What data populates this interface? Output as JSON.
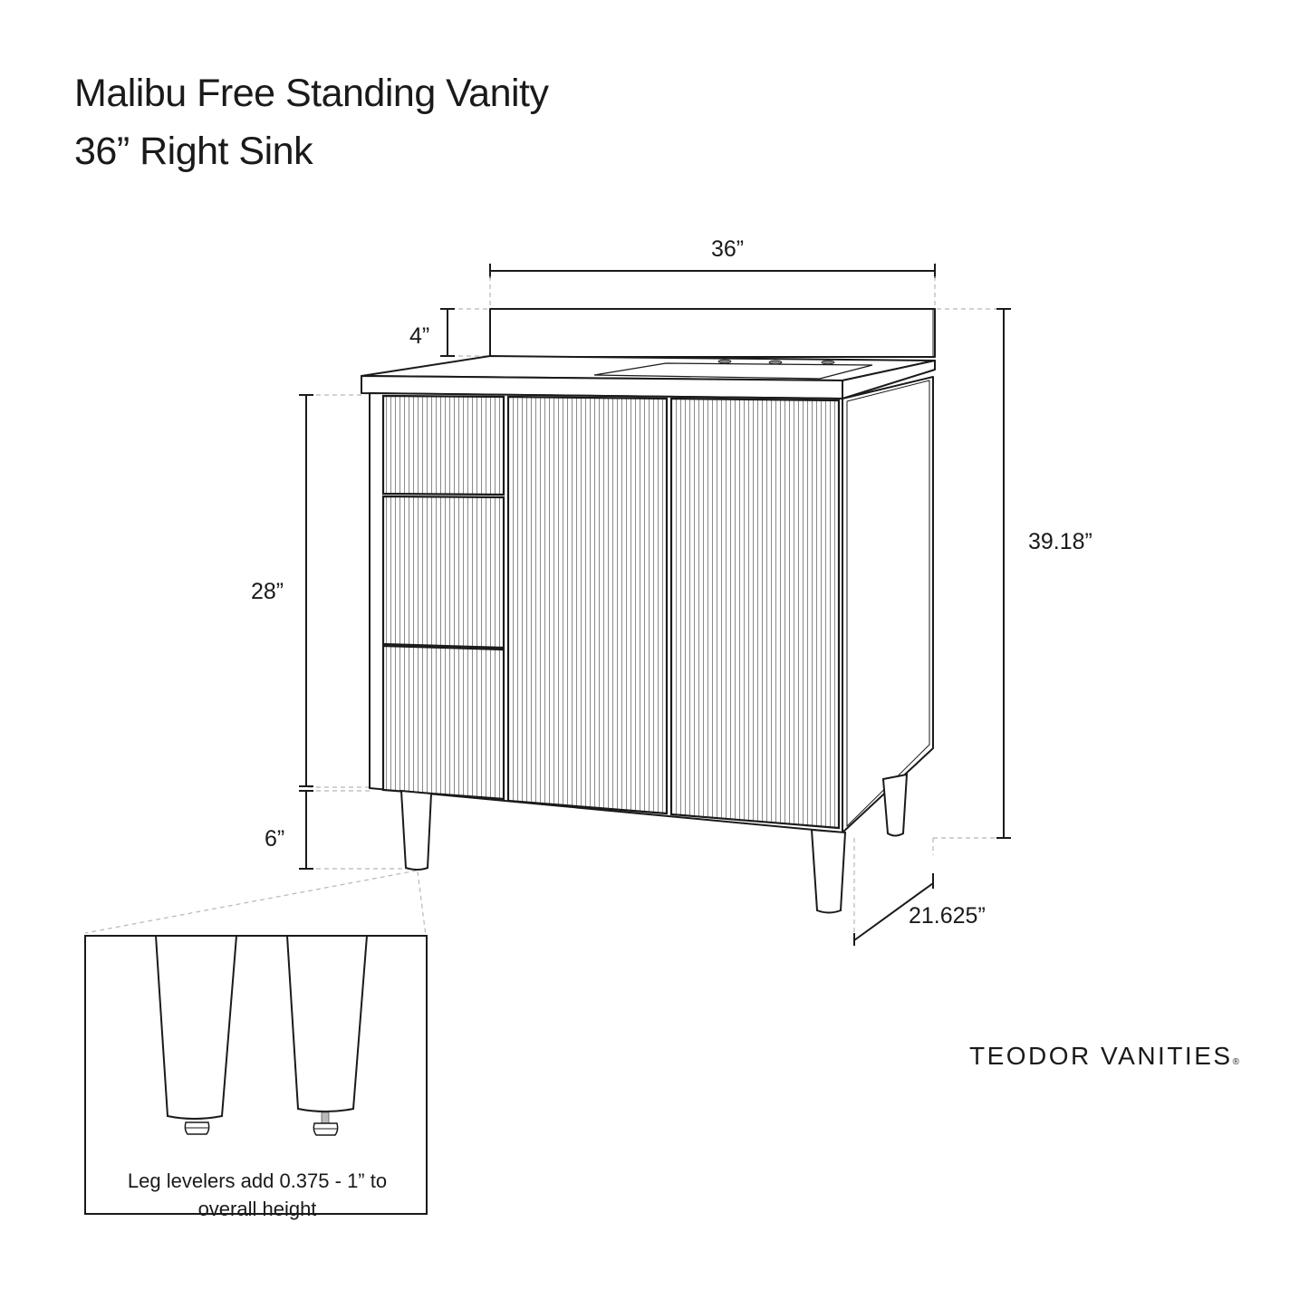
{
  "header": {
    "title_line1": "Malibu Free Standing Vanity",
    "title_line2": "36” Right Sink"
  },
  "dimensions": {
    "width": "36”",
    "backsplash_height": "4”",
    "cabinet_height": "28”",
    "leg_height": "6”",
    "overall_height": "39.18”",
    "depth": "21.625”"
  },
  "inset": {
    "note_line1": "Leg levelers add 0.375 - 1” to",
    "note_line2": "overall height"
  },
  "brand": {
    "name": "TEODOR VANITIES",
    "mark": "®"
  },
  "colors": {
    "line": "#1a1a1a",
    "dashed": "#b8b8b8",
    "flute": "#8a8a8a",
    "background": "#ffffff"
  },
  "vanity": {
    "drawers": 3,
    "doors": 2,
    "legs": 4,
    "sink_position": "right",
    "faucet_holes": 3
  }
}
